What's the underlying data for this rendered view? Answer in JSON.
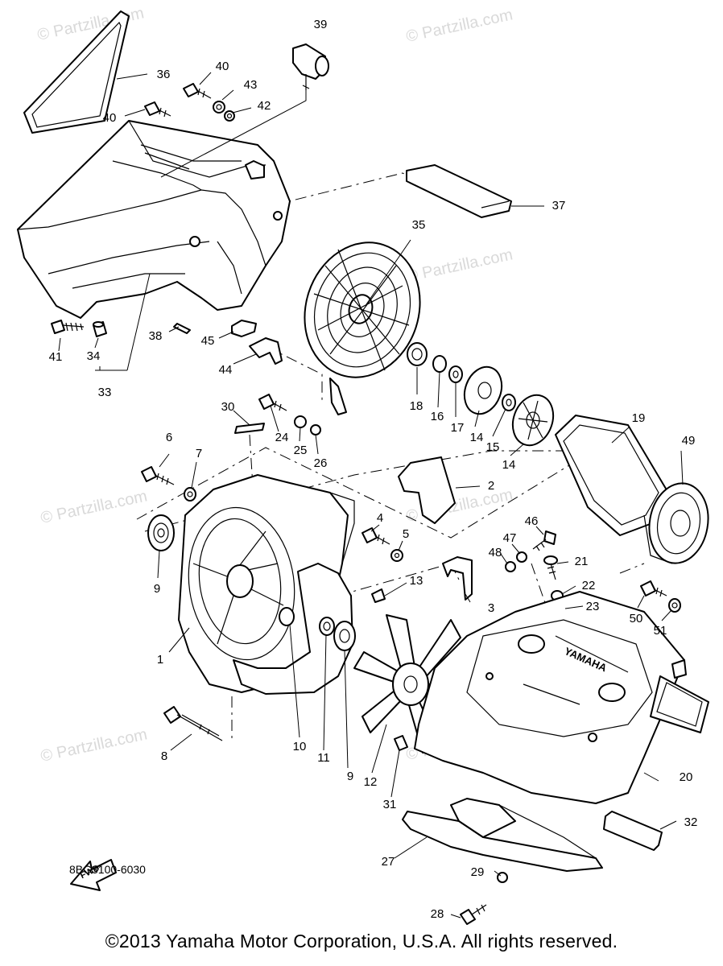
{
  "watermark": "© Partzilla.com",
  "drawing_code": "8BG3100-6030",
  "fwd_label": "FWD",
  "housing_logo": "YAMAHA",
  "copyright": "©2013  Yamaha Motor Corporation, U.S.A. All rights reserved.",
  "callouts": [
    "1",
    "2",
    "3",
    "4",
    "5",
    "6",
    "7",
    "8",
    "9",
    "9",
    "10",
    "11",
    "12",
    "13",
    "14",
    "14",
    "15",
    "16",
    "17",
    "18",
    "19",
    "20",
    "21",
    "22",
    "23",
    "24",
    "25",
    "26",
    "27",
    "28",
    "29",
    "30",
    "31",
    "32",
    "33",
    "34",
    "35",
    "36",
    "37",
    "38",
    "39",
    "40",
    "40",
    "41",
    "42",
    "43",
    "44",
    "45",
    "46",
    "47",
    "48",
    "49",
    "50",
    "51"
  ]
}
